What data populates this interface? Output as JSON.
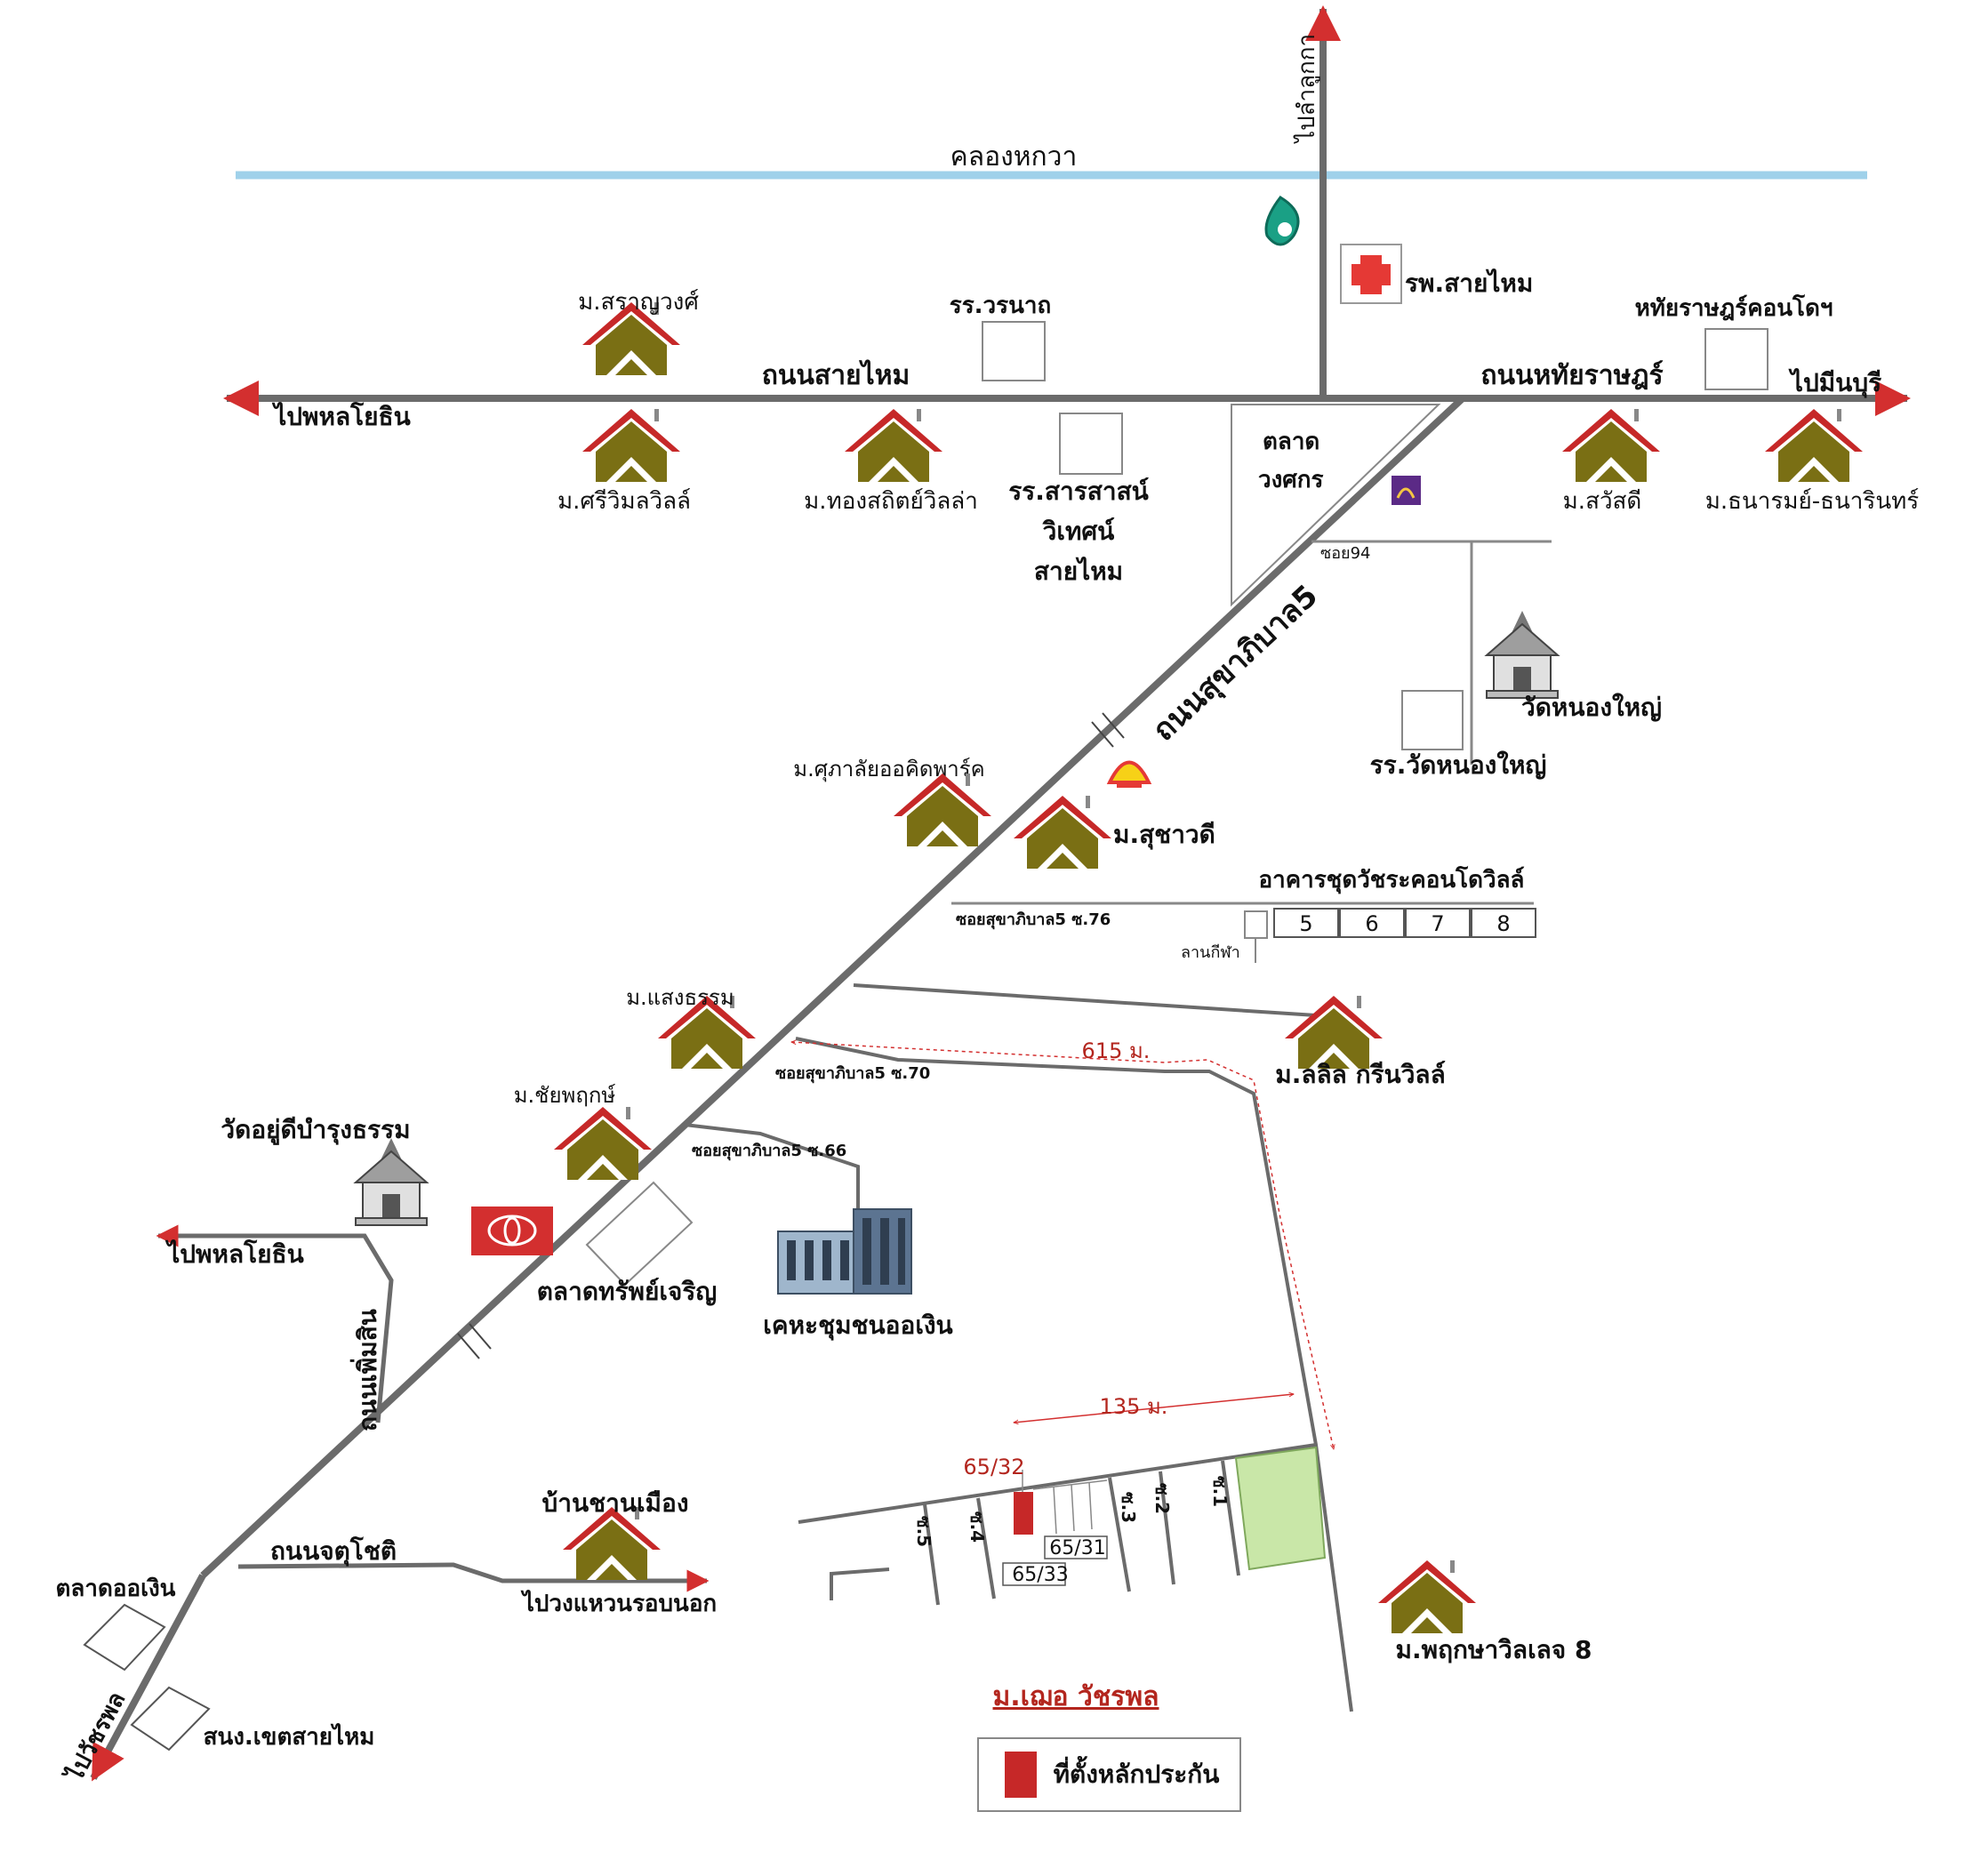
{
  "canal": {
    "label": "คลองหกวา",
    "color": "#9fd1ea"
  },
  "roads": {
    "sai_mai": "ถนนสายไหม",
    "hathai_rat": "ถนนหทัยราษฎร์",
    "sukhaphiban5": "ถนนสุขาภิบาล5",
    "phoem_sin": "ถนนเพิ่มสิน",
    "chatu_chot": "ถนนจตุโชติ"
  },
  "directions": {
    "to_lam_luk_ka": "ไปลำลูกกา",
    "to_phahon_top": "ไปพหลโยธิน",
    "to_min_buri": "ไปมีนบุรี",
    "to_phahon_mid": "ไปพหลโยธิน",
    "to_ring_road": "ไปวงแหวนรอบนอก",
    "to_watcharaphon": "ไปวัชรพล"
  },
  "places": {
    "saranwong": "ม.สราญวงศ์",
    "sriwimon": "ม.ศรีวิมลวิลล์",
    "thongsathit": "ม.ทองสถิตย์วิลล่า",
    "worranat": "รร.วรนาถ",
    "sarasas": [
      "รร.สารสาสน์",
      "วิเทศน์",
      "สายไหม"
    ],
    "hospital": "รพ.สายไหม",
    "wongsakorn_market": [
      "ตลาด",
      "วงศกร"
    ],
    "soi94": "ซอย94",
    "hathai_condo": "หทัยราษฎร์คอนโดฯ",
    "sawasdee": "ม.สวัสดี",
    "thanarom": "ม.ธนารมย์-ธนารินทร์",
    "wat_nong_yai": "วัดหนองใหญ่",
    "school_nong_yai": "รร.วัดหนองใหญ่",
    "supalai": "ม.ศุภาลัยออคิดพาร์ค",
    "suchawadee": "ม.สุชาวดี",
    "watchara_condo": "อาคารชุดวัชระคอนโดวิลล์",
    "condo_buildings": [
      "5",
      "6",
      "7",
      "8"
    ],
    "lan_kila": "ลานกีฬา",
    "soi76": "ซอยสุขาภิบาล5 ซ.76",
    "saengtham": "ม.แสงธรรม",
    "lalil": "ม.ลลิล กรีนวิลล์",
    "soi70": "ซอยสุขาภิบาล5 ซ.70",
    "dist_615": "615 ม.",
    "chaipruk": "ม.ชัยพฤกษ์",
    "soi66": "ซอยสุขาภิบาล5 ซ.66",
    "wat_yu_di": "วัดอยู่ดีบำรุงธรรม",
    "sap_charoen": "ตลาดทรัพย์เจริญ",
    "oengoen_housing": "เคหะชุมชนออเงิน",
    "dist_135": "135 ม.",
    "plot_6532": "65/32",
    "plot_6531": "65/31",
    "plot_6533": "65/33",
    "so1": "ซ.1",
    "so2": "ซ.2",
    "so3": "ซ.3",
    "so4": "ซ.4",
    "so5": "ซ.5",
    "ban_chan_mueang": "บ้านชานเมือง",
    "oengoen_market": "ตลาดออเงิน",
    "police": "สนง.เขตสายไหม",
    "pruksa8": "ม.พฤกษาวิลเลจ 8",
    "moe_watcharaphon": "ม.เฌอ วัชรพล"
  },
  "legend": {
    "label": "ที่ตั้งหลักประกัน",
    "color": "#c62828"
  },
  "icons": {
    "house": "house-icon",
    "temple": "temple-icon",
    "hospital": "hospital-cross-icon",
    "ptt": "ptt-station-icon",
    "shell": "shell-station-icon",
    "bank": "bank-icon",
    "toyota": "toyota-icon",
    "building": "apartment-building-icon"
  },
  "colors": {
    "road": "#6b6b6b",
    "arrow": "#d32f2f",
    "house_roof": "#c62828",
    "house_body": "#7a6f14",
    "park": "#c9e7a8"
  }
}
